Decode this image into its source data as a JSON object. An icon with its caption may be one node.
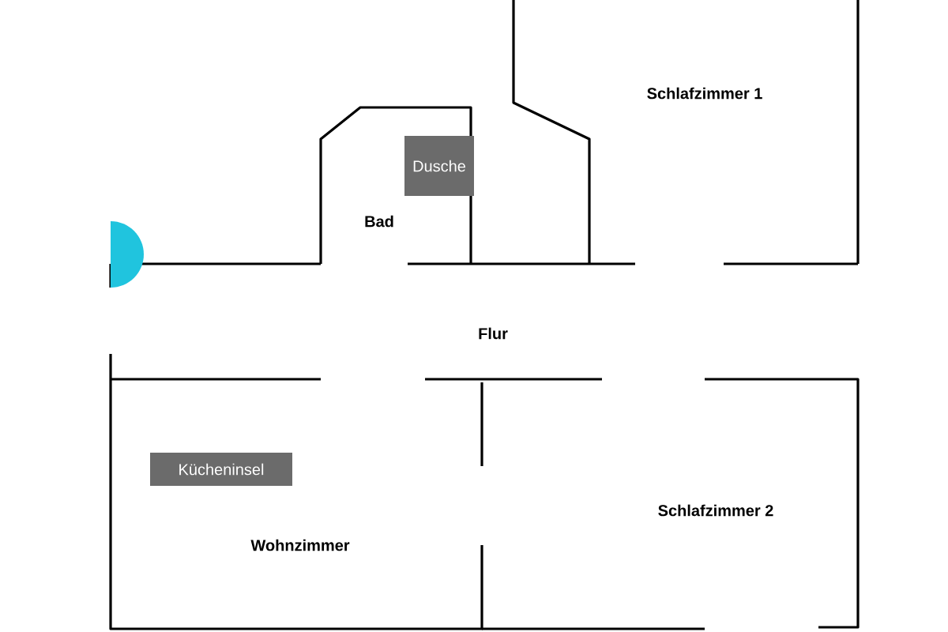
{
  "diagram": {
    "nodes": [
      {
        "text": [
          "Dusche"
        ]
      },
      {
        "text": [
          "Kücheninsel"
        ]
      }
    ],
    "labels": [
      "Schlafzimmer 1",
      "Bad",
      "Flur",
      "Schlafzimmer 2",
      "Wohnzimmer"
    ]
  }
}
